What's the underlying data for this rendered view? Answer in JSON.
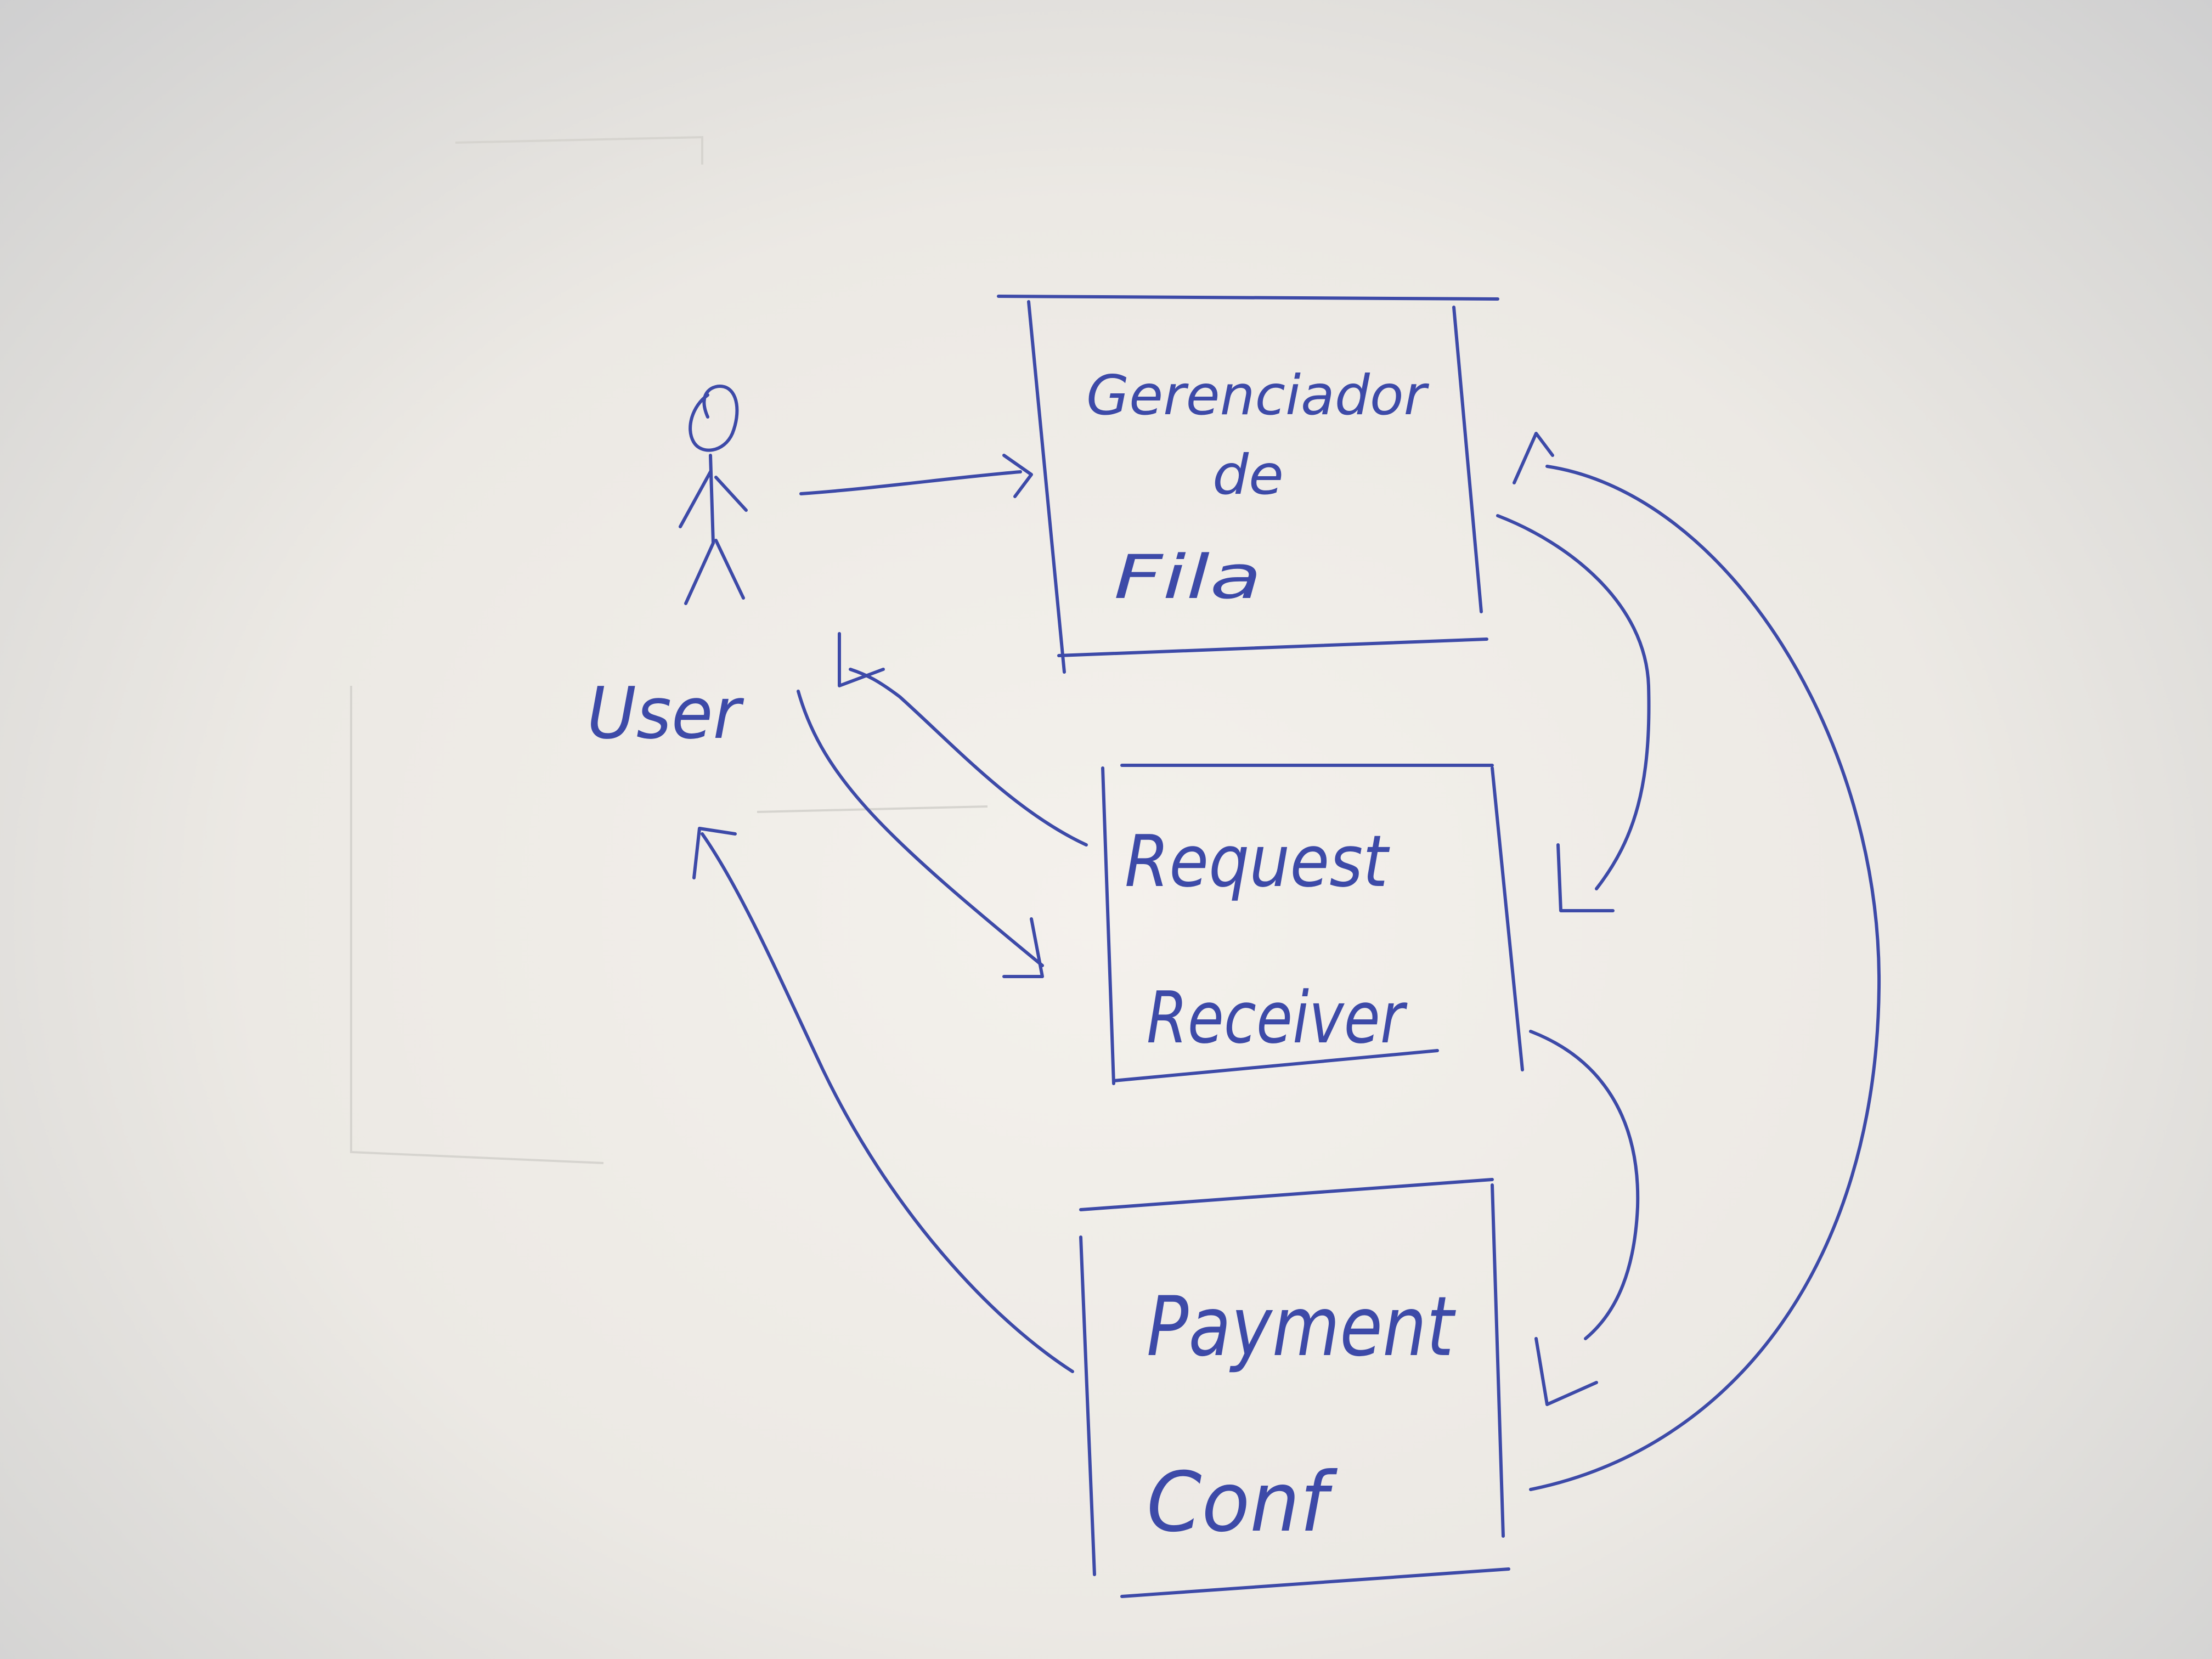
{
  "colors": {
    "ink": "#3d4aa8",
    "paper": "#efece7"
  },
  "actor": {
    "label": "User",
    "icon": "stick-figure-icon"
  },
  "boxes": {
    "gerenciador": {
      "lines": [
        "Gerenciador",
        "de",
        "Fila"
      ]
    },
    "request_receiver": {
      "lines": [
        "Request",
        "Receiver"
      ]
    },
    "payment_conf": {
      "lines": [
        "Payment",
        "Conf"
      ]
    }
  }
}
